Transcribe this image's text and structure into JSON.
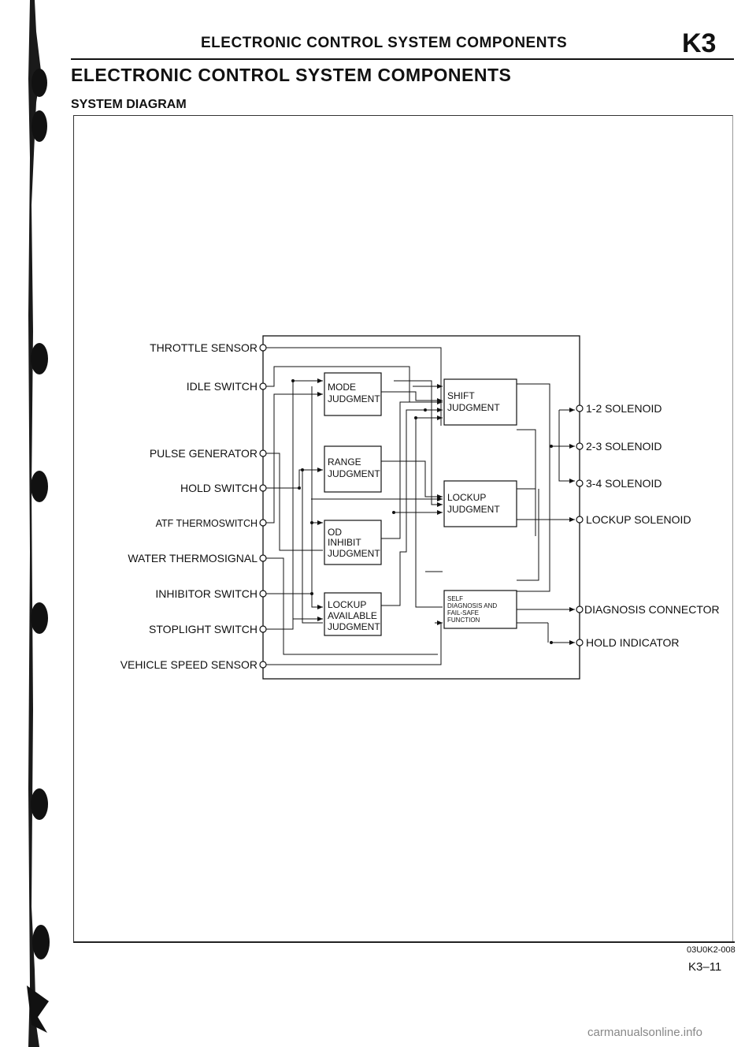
{
  "header": {
    "title": "ELECTRONIC CONTROL SYSTEM COMPONENTS",
    "section_code": "K3"
  },
  "section": {
    "title": "ELECTRONIC CONTROL SYSTEM COMPONENTS",
    "subtitle": "SYSTEM DIAGRAM"
  },
  "diagram": {
    "inputs": [
      "THROTTLE SENSOR",
      "IDLE SWITCH",
      "PULSE GENERATOR",
      "HOLD SWITCH",
      "ATF THERMOSWITCH",
      "WATER THERMOSIGNAL",
      "INHIBITOR SWITCH",
      "STOPLIGHT SWITCH",
      "VEHICLE SPEED SENSOR"
    ],
    "blocks": {
      "mode": [
        "MODE",
        "JUDGMENT"
      ],
      "range": [
        "RANGE",
        "JUDGMENT"
      ],
      "od": [
        "OD",
        "INHIBIT",
        "JUDGMENT"
      ],
      "lockup_avail": [
        "LOCKUP",
        "AVAILABLE",
        "JUDGMENT"
      ],
      "shift": [
        "SHIFT",
        "JUDGMENT"
      ],
      "lockup": [
        "LOCKUP",
        "JUDGMENT"
      ],
      "self_diag": [
        "SELF",
        "DIAGNOSIS AND",
        "FAIL-SAFE",
        "FUNCTION"
      ]
    },
    "outputs": [
      "1-2 SOLENOID",
      "2-3 SOLENOID",
      "3-4 SOLENOID",
      "LOCKUP SOLENOID",
      "DIAGNOSIS CONNECTOR",
      "HOLD INDICATOR"
    ]
  },
  "footer": {
    "figure_code": "03U0K2-008",
    "page_number": "K3–11",
    "watermark": "carmanualsonline.info"
  }
}
